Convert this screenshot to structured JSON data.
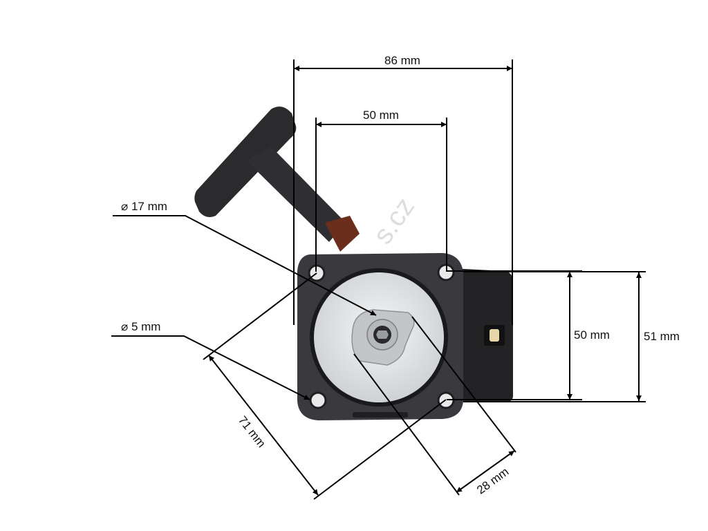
{
  "dimensions": {
    "top_width": "86 mm",
    "hole_spacing_horizontal": "50 mm",
    "shaft_diameter": "⌀ 17 mm",
    "hole_diameter": "⌀ 5 mm",
    "hole_spacing_vertical": "50 mm",
    "body_height": "51 mm",
    "diagonal_spacing": "71 mm",
    "pawl_spacing": "28 mm"
  },
  "watermark": "s.cz",
  "colors": {
    "line": "#000000",
    "housing": "#3a3a3e",
    "housing_dark": "#232326",
    "rotor": "#e4e6e8",
    "hub": "#c9cbcd"
  }
}
